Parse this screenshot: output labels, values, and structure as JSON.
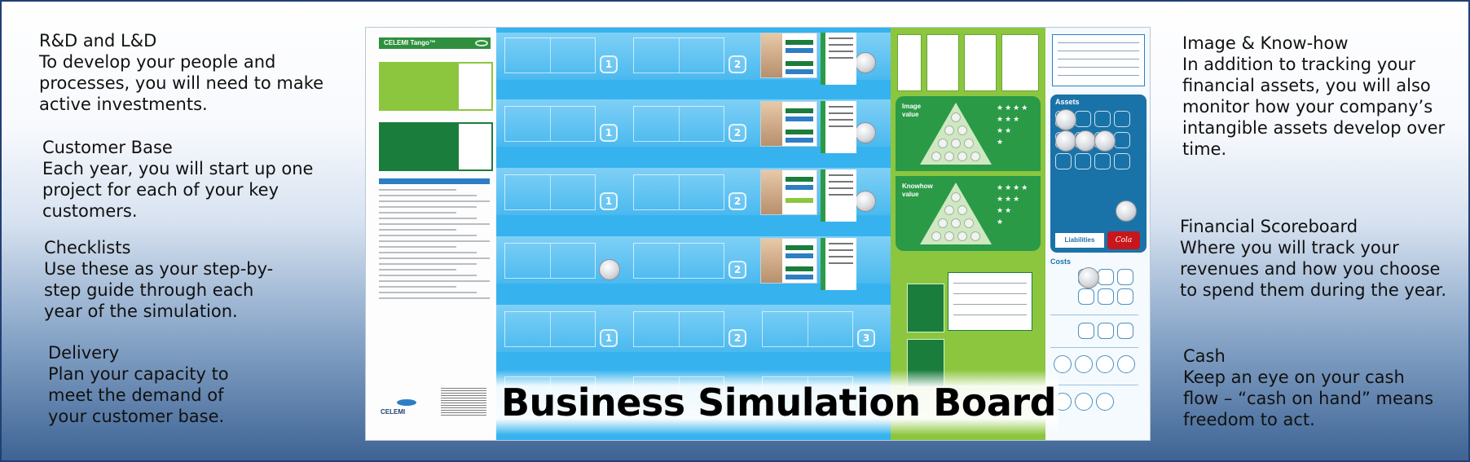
{
  "board": {
    "title": "Business Simulation Board"
  },
  "left_captions": [
    {
      "title": "R&D and L&D",
      "body": "To develop your people and\nprocesses, you will need to make\nactive investments."
    },
    {
      "title": "Customer Base",
      "body": "Each year, you will start up one\nproject for each of your key\ncustomers."
    },
    {
      "title": "Checklists",
      "body": "Use these as your step-by-\nstep guide through each\nyear of the simulation."
    },
    {
      "title": "Delivery",
      "body": "Plan your capacity to\nmeet the demand of\nyour customer base."
    }
  ],
  "right_captions": [
    {
      "title": "Image & Know-how",
      "body": "In addition to tracking your\nfinancial assets, you will also\nmonitor how your company’s\nintangible assets develop over\ntime."
    },
    {
      "title": "Financial Scoreboard",
      "body": "Where you will track your\nrevenues and how you choose\nto spend them during the year."
    },
    {
      "title": "Cash",
      "body": "Keep an eye on your cash\nflow – “cash on hand” means\nfreedom to act."
    }
  ],
  "board_labels": {
    "logo": "CELEMI Tango™",
    "image_value": "Image\nvalue",
    "knowhow_value": "Knowhow\nvalue",
    "assets": "Assets",
    "liabilities": "Liabilities",
    "cola": "Cola",
    "costs": "Costs",
    "celemi": "CELEMI"
  },
  "colors": {
    "blue_zone": "#36b3ee",
    "green_zone": "#8cc63f",
    "dark_green": "#1b7d3c",
    "assets_blue": "#1a73a8"
  }
}
